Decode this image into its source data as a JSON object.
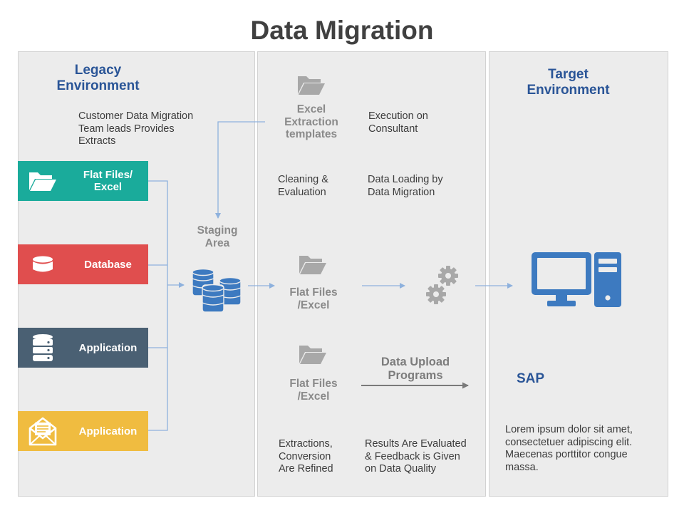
{
  "title": "Data Migration",
  "legacy": {
    "heading": [
      "Legacy",
      "Environment"
    ],
    "desc": [
      "Customer Data Migration",
      "Team leads Provides",
      "Extracts"
    ],
    "sources": [
      {
        "label": [
          "Flat Files/",
          "Excel"
        ],
        "color": "#1aab9b",
        "icon": "folder-icon"
      },
      {
        "label": [
          "Database"
        ],
        "color": "#e04e4e",
        "icon": "database-icon"
      },
      {
        "label": [
          "Application"
        ],
        "color": "#4a6073",
        "icon": "server-stack-icon"
      },
      {
        "label": [
          "Application"
        ],
        "color": "#f0bc40",
        "icon": "envelope-icon"
      }
    ],
    "staging": [
      "Staging",
      "Area"
    ]
  },
  "middle": {
    "excel_templates": [
      "Excel",
      "Extraction",
      "templates"
    ],
    "execution": [
      "Execution on",
      "Consultant"
    ],
    "cleaning": [
      "Cleaning &",
      "Evaluation"
    ],
    "loading": [
      "Data Loading by",
      "Data Migration"
    ],
    "flat_files_1": [
      "Flat Files",
      "/Excel"
    ],
    "flat_files_2": [
      "Flat Files",
      "/Excel"
    ],
    "upload": [
      "Data Upload",
      "Programs"
    ],
    "extractions": [
      "Extractions,",
      "Conversion",
      "Are Refined"
    ],
    "results": [
      "Results Are Evaluated",
      "& Feedback is Given",
      "on Data Quality"
    ]
  },
  "target": {
    "heading": [
      "Target",
      "Environment"
    ],
    "sap": "SAP",
    "desc": [
      "Lorem ipsum dolor sit amet,",
      "consectetuer adipiscing elit.",
      "Maecenas porttitor congue",
      "massa."
    ]
  },
  "colors": {
    "accent_blue": "#2a5597",
    "icon_blue": "#3d7ac0",
    "connector": "#8eb1dd",
    "panel": "#ececec",
    "grey_icon": "#a8a8a8"
  }
}
